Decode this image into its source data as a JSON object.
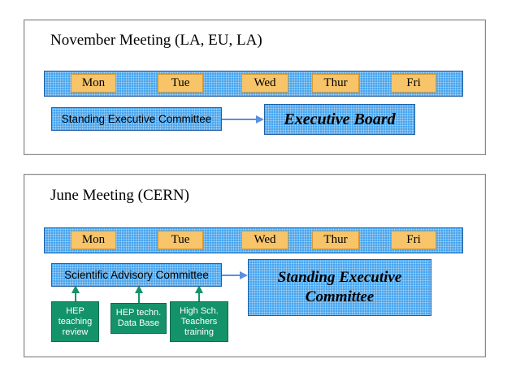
{
  "november": {
    "title": "November Meeting (LA, EU, LA)",
    "days": [
      "Mon",
      "Tue",
      "Wed",
      "Thur",
      "Fri"
    ],
    "committee": "Standing Executive Committee",
    "target": "Executive Board"
  },
  "june": {
    "title": "June Meeting (CERN)",
    "days": [
      "Mon",
      "Tue",
      "Wed",
      "Thur",
      "Fri"
    ],
    "committee": "Scientific Advisory Committee",
    "target": "Standing Executive Committee",
    "subgroups": [
      "HEP\nteaching\nreview",
      "HEP techn.\nData Base",
      "High Sch.\nTeachers\ntraining"
    ]
  },
  "colors": {
    "band_blue": "#3da0ee",
    "day_orange": "#f7c46a",
    "subgroup_green": "#14936a",
    "arrow_blue": "#5b8fe0",
    "arrow_green": "#14936a"
  }
}
